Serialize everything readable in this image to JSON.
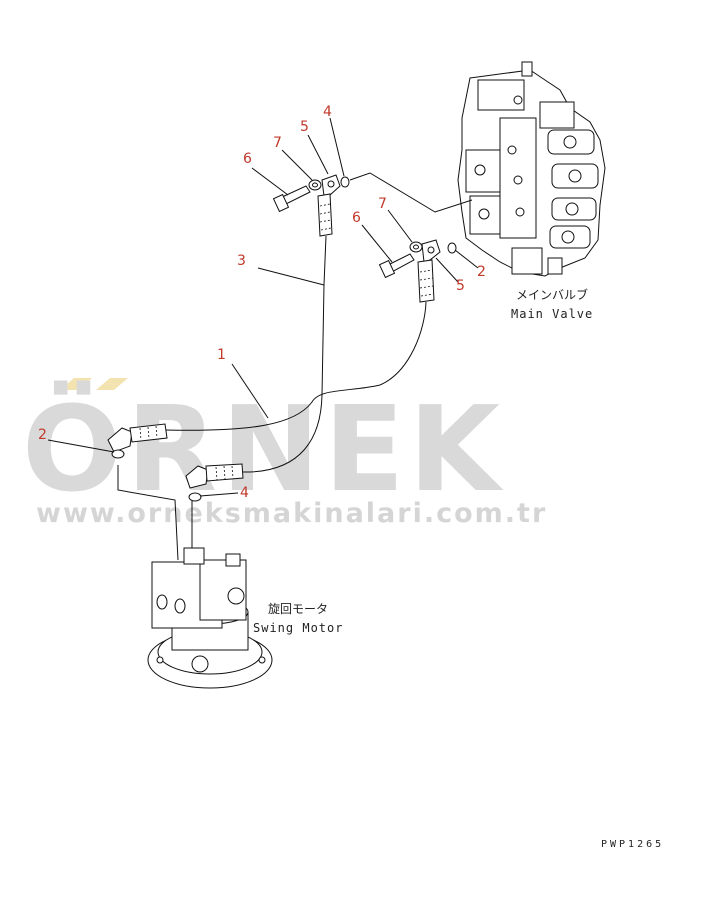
{
  "watermark": {
    "brand": "ÖRNEK",
    "url": "www.orneksmakinalari.com.tr",
    "accent_color": "#f2e3b0",
    "text_color": "#d9d9d9"
  },
  "components": {
    "main_valve_jp": "メインバルブ",
    "main_valve_en": "Main Valve",
    "swing_motor_jp": "旋回モータ",
    "swing_motor_en": "Swing Motor"
  },
  "callouts": {
    "c6a": "6",
    "c7a": "7",
    "c5a": "5",
    "c4a": "4",
    "c6b": "6",
    "c7b": "7",
    "c2a": "2",
    "c5b": "5",
    "c3": "3",
    "c1": "1",
    "c2b": "2",
    "c4b": "4"
  },
  "drawing_code": "PWP1265",
  "colors": {
    "callout": "#c0392b",
    "line": "#111111"
  }
}
